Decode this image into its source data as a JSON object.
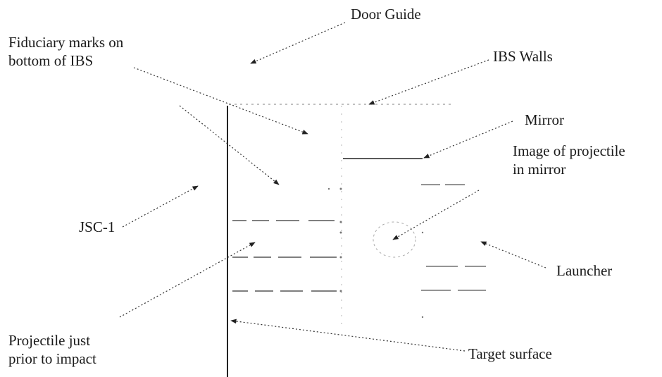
{
  "labels": {
    "door_guide": "Door Guide",
    "fiduciary_line1": "Fiduciary marks on",
    "fiduciary_line2": "bottom of IBS",
    "ibs_walls": "IBS Walls",
    "mirror": "Mirror",
    "image_line1": "Image of projectile",
    "image_line2": "in mirror",
    "jsc1": "JSC-1",
    "launcher": "Launcher",
    "projectile_line1": "Projectile just",
    "projectile_line2": "prior to impact",
    "target_surface": "Target surface"
  },
  "colors": {
    "text": "#1a1a1a",
    "line": "#222222",
    "faint": "#9a9a9a"
  }
}
